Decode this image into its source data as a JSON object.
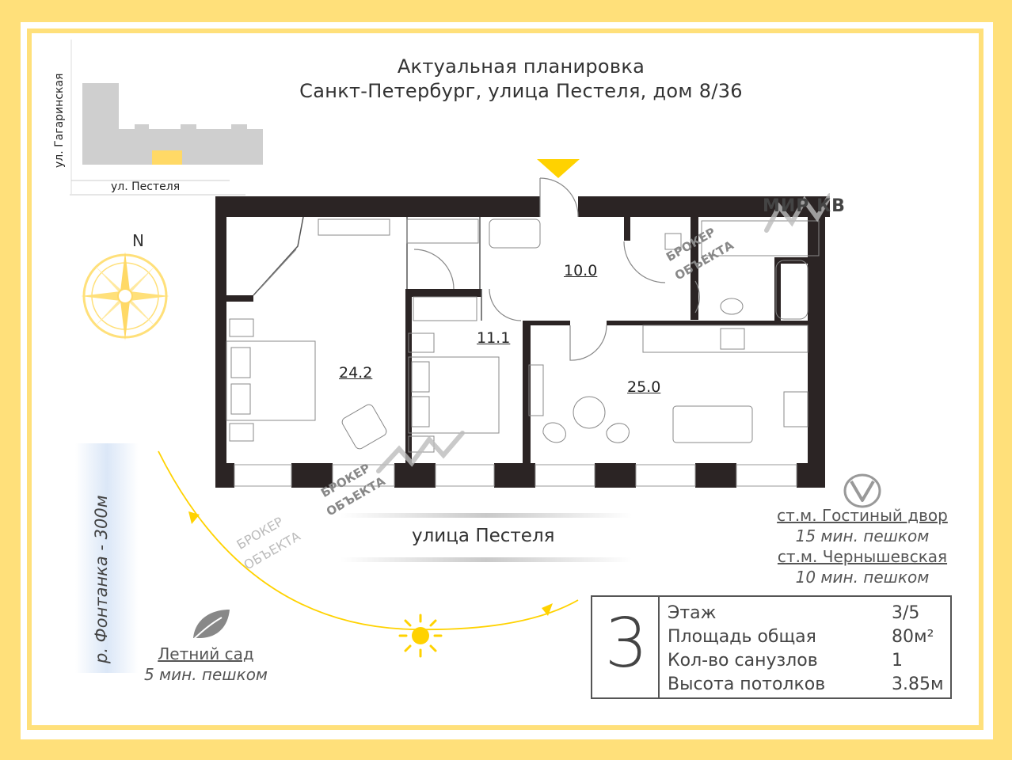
{
  "header": {
    "line1": "Актуальная планировка",
    "line2": "Санкт-Петербург, улица Пестеля, дом 8/36"
  },
  "site_plan": {
    "street_bottom": "ул. Пестеля",
    "street_side": "ул. Гагаринская"
  },
  "compass": {
    "north": "N"
  },
  "rooms": [
    {
      "area": "24.2"
    },
    {
      "area": "11.1"
    },
    {
      "area": "10.0"
    },
    {
      "area": "25.0"
    }
  ],
  "street_below_plan": "улица Пестеля",
  "river": "р. Фонтанка - 300м",
  "garden": {
    "name": "Летний сад",
    "walk": "5 мин. пешком"
  },
  "metro": [
    {
      "station": "ст.м. Гостиный двор",
      "walk": "15 мин. пешком"
    },
    {
      "station": "ст.м. Чернышевская",
      "walk": "10 мин. пешком"
    }
  ],
  "summary": {
    "rooms_count": "3",
    "rows": [
      {
        "label": "Этаж",
        "value": "3/5"
      },
      {
        "label": "Площадь общая",
        "value": "80м²"
      },
      {
        "label": "Кол-во санузлов",
        "value": "1"
      },
      {
        "label": "Высота потолков",
        "value": "3.85м"
      }
    ]
  },
  "watermarks": {
    "broker_line1": "БРОКЕР",
    "broker_line2": "ОБЪЕКТА",
    "brand": "МИР КВ"
  },
  "colors": {
    "frame": "#FFE07A",
    "wall": "#2b2424",
    "accent": "#FFD200",
    "building": "#cfcfcf"
  }
}
